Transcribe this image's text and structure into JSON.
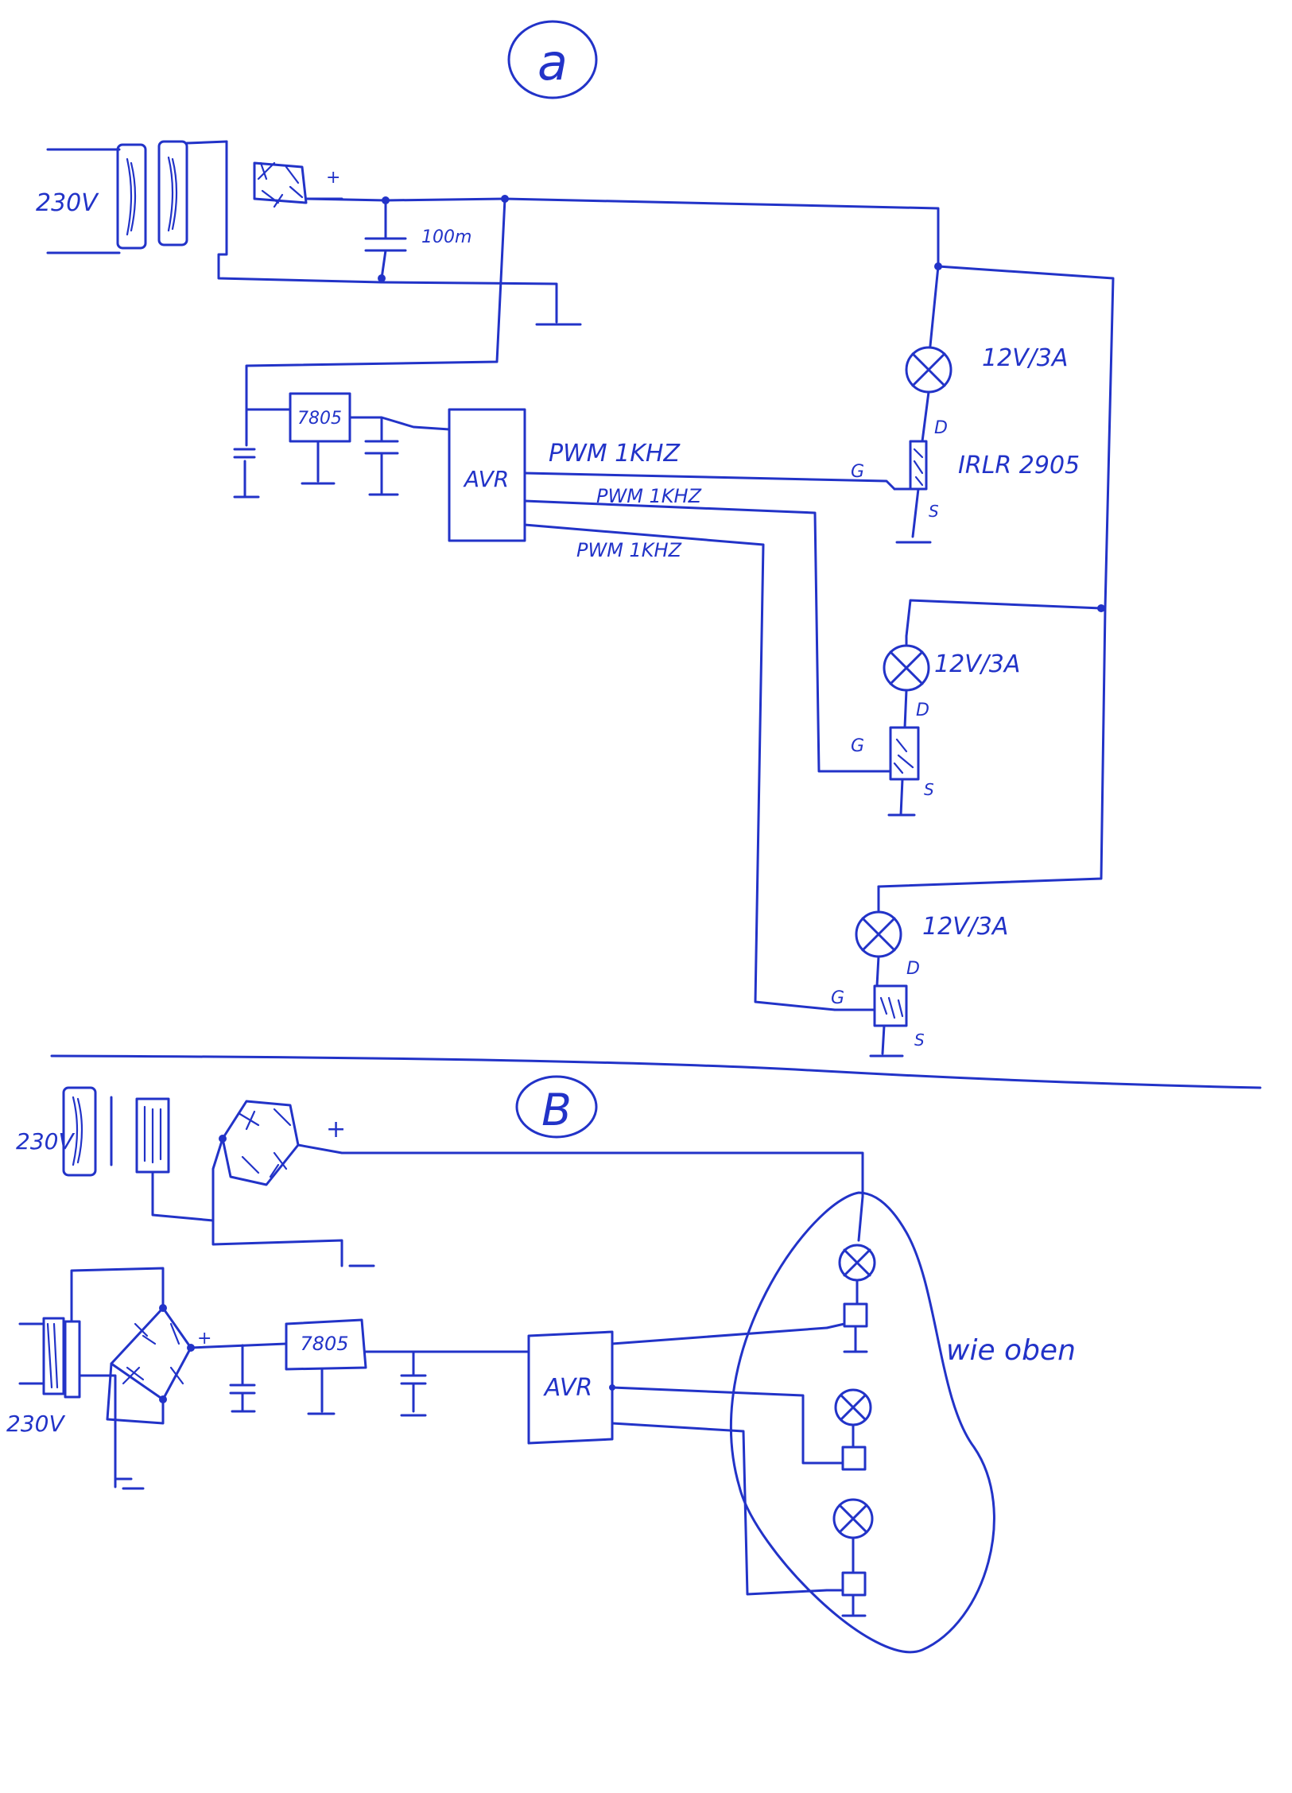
{
  "colors": {
    "ink": "#2233c8",
    "paper": "#ffffff"
  },
  "section_a": {
    "label": "a",
    "mains_voltage": "230V",
    "cap_value": "100m",
    "regulator": "7805",
    "controller": "AVR",
    "pwm_labels": [
      "PWM 1KHZ",
      "PWM 1KHZ",
      "PWM 1KHZ"
    ],
    "lamp_rating": "12V/3A",
    "mosfet_part": "IRLR 2905",
    "pin_labels": {
      "drain": "D",
      "gate": "G",
      "source": "S"
    },
    "plus_sign": "+"
  },
  "section_b": {
    "label": "B",
    "mains_voltage_1": "230V",
    "mains_voltage_2": "230V",
    "regulator": "7805",
    "controller": "AVR",
    "note": "wie oben",
    "plus_sign": "+"
  }
}
